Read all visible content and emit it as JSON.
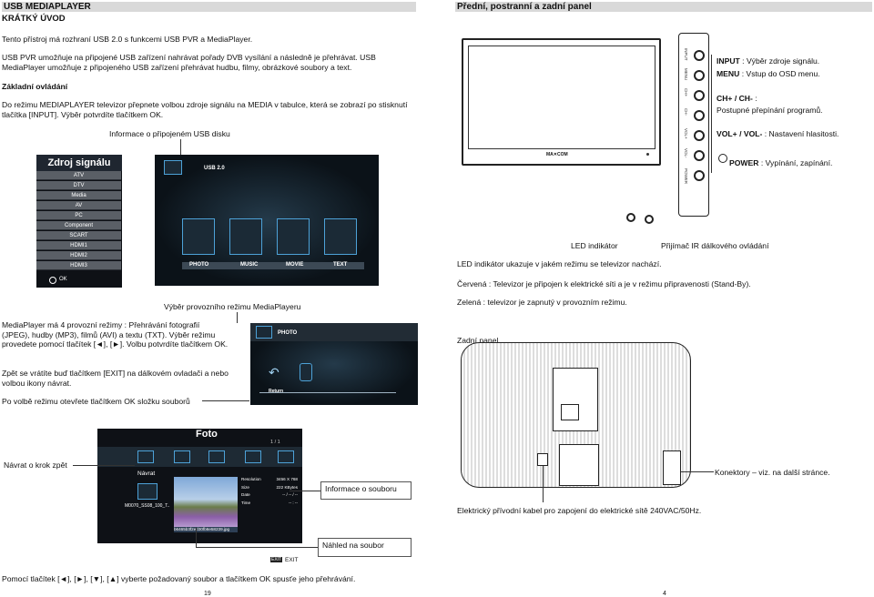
{
  "left": {
    "header_title": "USB MEDIAPLAYER",
    "subheader": "KRÁTKÝ ÚVOD",
    "p1": "Tento přístroj má rozhraní USB 2.0 s funkcemi USB PVR a MediaPlayer.",
    "p2": "USB PVR umožňuje na připojené USB zařízení nahrávat pořady DVB vysílání a následně je přehrávat.  USB MediaPlayer umožňuje z připojeného USB zařízení přehrávat hudbu, filmy, obrázkové soubory a text.",
    "section_basic": "Základní ovládání",
    "p3": "Do režimu MEDIAPLAYER televizor přepnete volbou zdroje signálu na MEDIA v tabulce, která se zobrazí po stisknutí tlačítka [INPUT]. Výběr potvrdíte tlačítkem OK.",
    "usb_info_caption": "Informace o připojeném USB disku",
    "source_menu": {
      "title": "Zdroj signálu",
      "items": [
        "ATV",
        "DTV",
        "Media",
        "AV",
        "PC",
        "Component",
        "SCART",
        "HDMI1",
        "HDMI2",
        "HDMI3"
      ],
      "ok_label": "OK"
    },
    "media_screen": {
      "usb_label": "USB 2.0",
      "tabs": [
        "PHOTO",
        "MUSIC",
        "MOVIE",
        "TEXT"
      ]
    },
    "mode_caption": "Výběr provozního režimu MediaPlayeru",
    "p4": "MediaPlayer má 4 provozní režimy :  Přehrávání fotografií (JPEG), hudby (MP3), filmů (AVI) a textu (TXT). Výběr režimu provedete pomocí tlačítek [◄], [►]. Volbu potvrdíte tlačítkem OK.",
    "p5": "Zpět se vrátíte buď tlačítkem [EXIT] na dálkovém ovladači a nebo volbou ikony návrat.",
    "p6": "Po volbě režimu otevřete tlačítkem OK složku souborů",
    "photo_screen": {
      "label": "PHOTO",
      "return_label": "Return"
    },
    "foto_screen": {
      "title": "Foto",
      "page": "1 / 1",
      "back_label": "Návrat",
      "filename": "M0070_SS08_100_T..",
      "caption": "b6465b3f2ed30fb6e58239.jpg",
      "info_rows": [
        {
          "k": "Resolution",
          "v": "3456 X 768"
        },
        {
          "k": "Size",
          "v": "222 KBytes"
        },
        {
          "k": "Date",
          "v": "-- / -- / --"
        },
        {
          "k": "Time",
          "v": "-- : --"
        }
      ],
      "exit_key": "EXIT",
      "exit_label": "EXIT"
    },
    "callout_back": "Návrat o krok zpět",
    "callout_info": "Informace o souboru",
    "callout_preview": "Náhled na soubor",
    "p7": "Pomocí tlačítek [◄], [►], [▼], [▲] vyberte požadovaný soubor a tlačítkem OK spusťe jeho přehrávání.",
    "page_number": "19"
  },
  "right": {
    "header_title": "Přední, postranní a zadní panel",
    "tv_brand": "MA✕COM",
    "side_buttons": [
      "INPUT",
      "MENU",
      "CH+",
      "CH-",
      "VOL+",
      "VOL-",
      "POWER"
    ],
    "legend": [
      {
        "bold": "INPUT",
        "text": " : Výběr zdroje signálu."
      },
      {
        "bold": "MENU",
        "text": " : Vstup do OSD menu."
      },
      {
        "bold": "CH+ / CH-",
        "text": " :"
      },
      {
        "bold": "",
        "text": "Postupné přepínání programů."
      },
      {
        "bold": "VOL+ / VOL-",
        "text": " : Nastavení hlasitosti."
      },
      {
        "bold": "POWER",
        "text": " : Vypínání, zapínání."
      }
    ],
    "led_label": "LED indikátor",
    "ir_label": "Přijímač IR dálkového ovládání",
    "led_p1": "LED indikátor ukazuje v jakém režimu se televizor nachází.",
    "led_p2": "Červená : Televizor je připojen k elektrické síti a je v režimu připravenosti (Stand-By).",
    "led_p3": "Zelená : televizor je zapnutý v provozním režimu.",
    "back_panel": "Zadní panel",
    "connectors": "Konektory – viz. na další stránce.",
    "power_cable": "Elektrický přívodní kabel pro zapojení do elektrické sítě 240VAC/50Hz.",
    "page_number": "4"
  }
}
